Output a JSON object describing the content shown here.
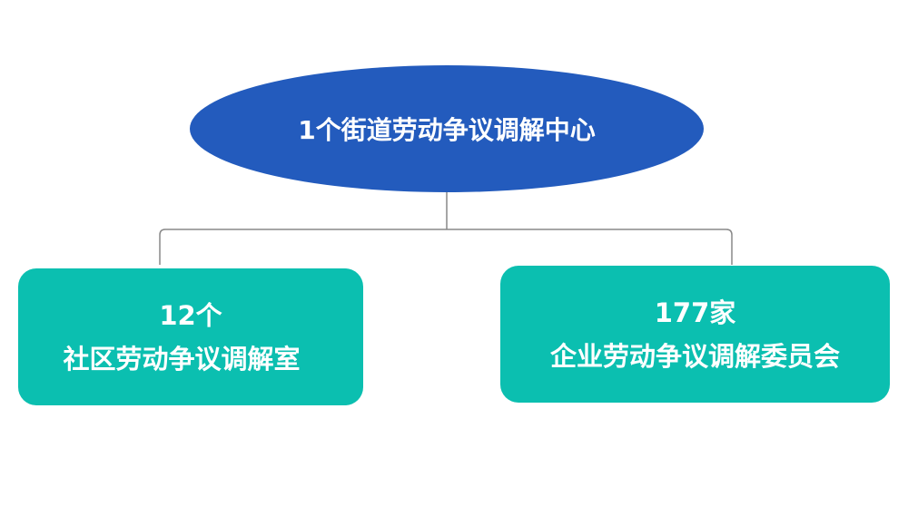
{
  "root": {
    "label": "1个街道劳动争议调解中心"
  },
  "children": [
    {
      "count": "12个",
      "label": "社区劳动争议调解室"
    },
    {
      "count": "177家",
      "label": "企业劳动争议调解委员会"
    }
  ],
  "colors": {
    "root": "#235bbd",
    "child": "#0bbfb0",
    "connector": "#888888"
  }
}
